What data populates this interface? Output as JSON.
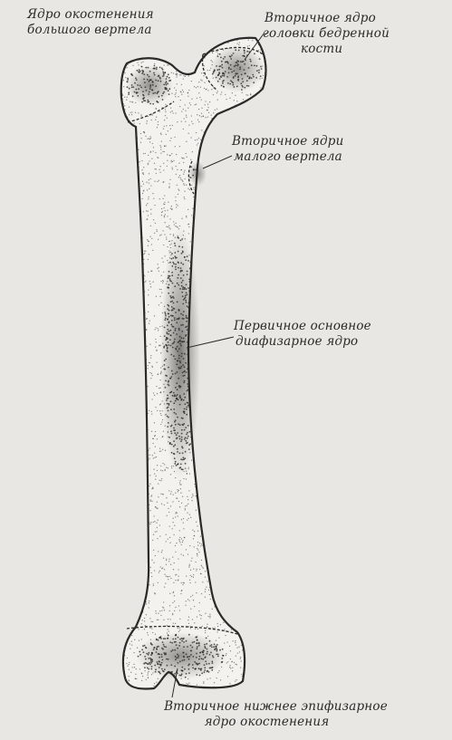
{
  "labels": {
    "greater_trochanter": [
      "Ядро окостенения",
      "большого вертела"
    ],
    "femoral_head": [
      "Вторичное ядро",
      "головки бедренной",
      "кости"
    ],
    "lesser_trochanter": [
      "Вторичное ядри",
      "малого вертела"
    ],
    "diaphysis": [
      "Первичное основное",
      "диафизарное ядро"
    ],
    "distal_epiphysis": [
      "Вторичное нижнее эпифизарное",
      "ядро окостенения"
    ]
  },
  "colors": {
    "paper": "#e9e7e3",
    "ink": "#2b2a28",
    "bone_fill": "#f4f2ee"
  }
}
